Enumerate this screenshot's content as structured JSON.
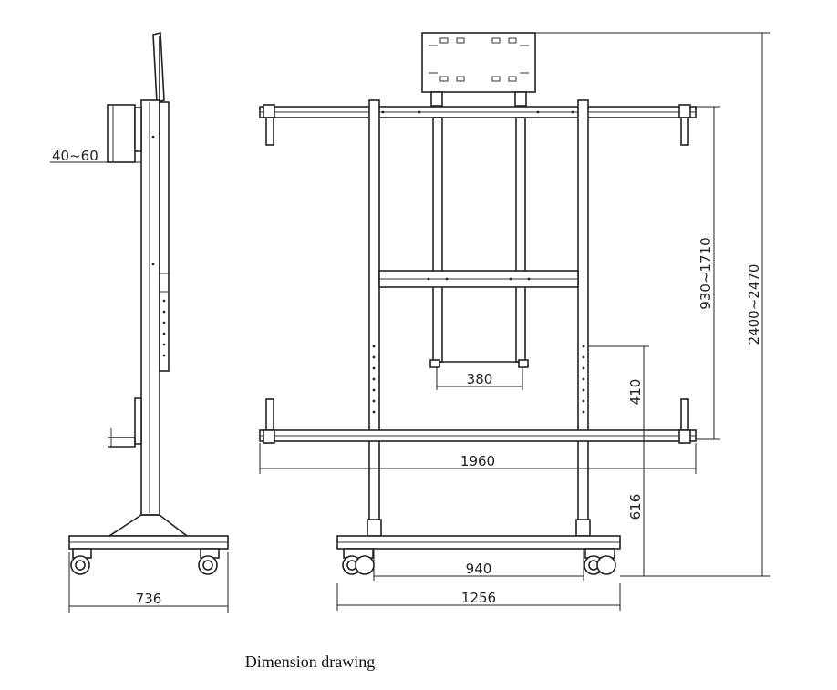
{
  "caption": "Dimension drawing",
  "dimensions": {
    "bracket_depth": "40~60",
    "base_width_side": "736",
    "inner_rail_spacing": "380",
    "crossbar_width": "1960",
    "mount_height_range": "930~1710",
    "total_height_range": "2400~2470",
    "lower_rail_offset": "410",
    "floor_to_bar": "616",
    "caster_spacing": "940",
    "base_width_front": "1256"
  }
}
